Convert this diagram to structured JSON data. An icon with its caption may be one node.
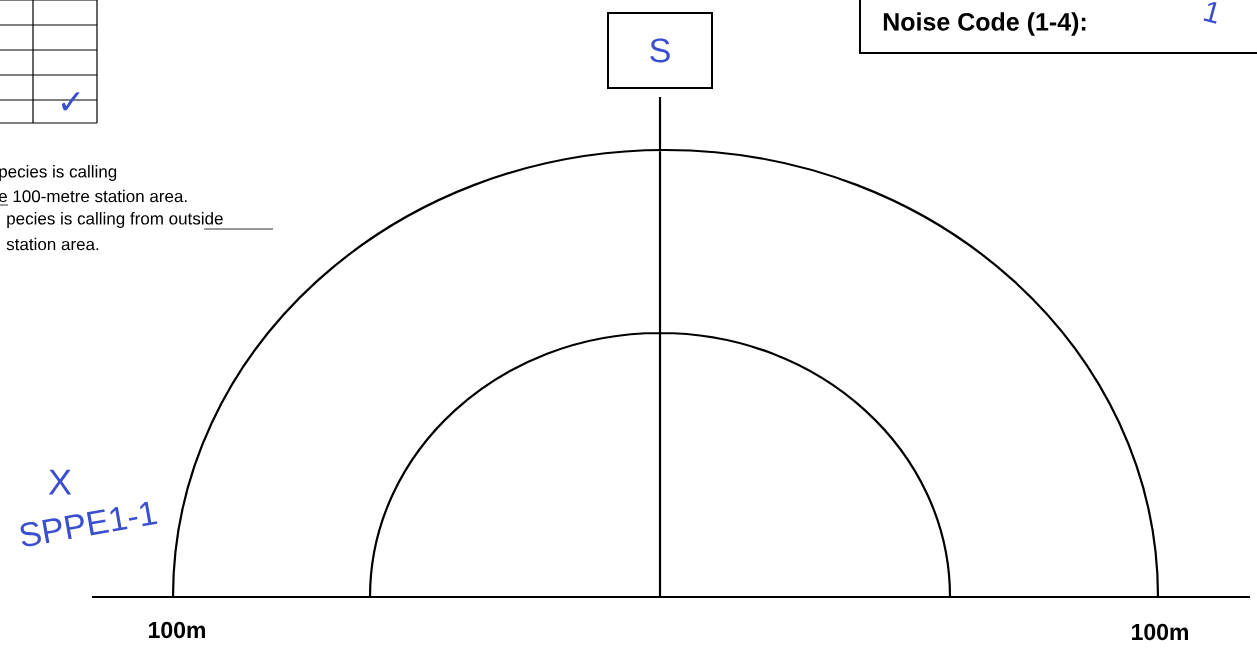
{
  "diagram": {
    "nodes": [
      {
        "text": [
          "S"
        ]
      },
      {
        "text": [
          "Noise  Code (1-4):",
          "1"
        ]
      }
    ],
    "labels": [
      "✓",
      "pecies is calling",
      "e 100-metre station area.",
      "pecies is calling from outside",
      "station area.",
      "X",
      "SPPE1-1",
      "100m",
      "100m"
    ]
  }
}
